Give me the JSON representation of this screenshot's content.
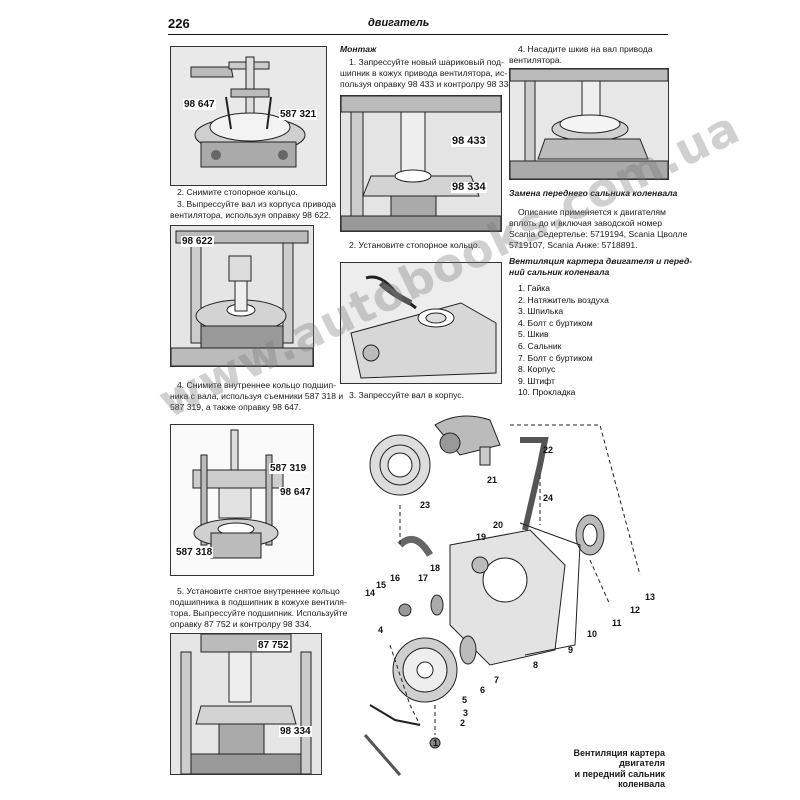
{
  "header": {
    "page_number": "226",
    "section_title": "двигатель"
  },
  "col1": {
    "fig1_labels": [
      "98 647",
      "587 321"
    ],
    "step2": "2. Снимите стопорное кольцо.",
    "step3_l1": "3. Выпрессуйте вал из корпуса привода",
    "step3_l2": "вентилятора, используя оправку 98 622.",
    "fig2_labels": [
      "98 622"
    ],
    "step4_l1": "4. Снимите внутреннее кольцо подшип-",
    "step4_l2": "ника с вала, используя съемники 587 318 и",
    "step4_l3": "587 319, а также оправку 98 647.",
    "fig3_labels": [
      "587 319",
      "98 647",
      "587 318"
    ],
    "step5_l1": "5. Установите снятое внутреннее кольцо",
    "step5_l2": "подшипника в подшипник в кожухе вентиля-",
    "step5_l3": "тора. Выпрессуйте подшипник. Используйте",
    "step5_l4": "оправку 87 752 и контролру 98 334.",
    "fig4_labels": [
      "87 752",
      "98 334"
    ]
  },
  "col2": {
    "heading": "Монтаж",
    "step1_l1": "1. Запрессуйте новый шариковый под-",
    "step1_l2": "шипник в кожух привода вентилятора, ис-",
    "step1_l3": "пользуя оправку 98 433 и контролру 98 334.",
    "fig5_labels": [
      "98 433",
      "98 334"
    ],
    "step2": "2. Установите стопорное кольцо.",
    "step3": "3. Запрессуйте вал в корпус."
  },
  "col3": {
    "step4_l1": "4. Насадите шкив на вал привода",
    "step4_l2": "вентилятора.",
    "heading1": "Замена переднего сальника коленвала",
    "desc_l1": "Описание применяется к двигателям",
    "desc_l2": "вплоть до и включая заводской номер",
    "desc_l3": "Scania Седертелье: 5719194, Scania Цволле",
    "desc_l4": "5719107, Scania Анже: 5718891.",
    "heading2_l1": "Вентиляция картера двигателя и перед-",
    "heading2_l2": "ний сальник коленвала",
    "legend": [
      "1. Гайка",
      "2. Натяжитель воздуха",
      "3. Шпилька",
      "4. Болт с буртиком",
      "5. Шкив",
      "6. Сальник",
      "7. Болт с буртиком",
      "8. Корпус",
      "9. Штифт",
      "10. Прокладка"
    ]
  },
  "diagram": {
    "callouts": [
      "1",
      "2",
      "3",
      "4",
      "5",
      "6",
      "7",
      "8",
      "9",
      "10",
      "11",
      "12",
      "13",
      "14",
      "15",
      "16",
      "17",
      "18",
      "19",
      "20",
      "21",
      "22",
      "23",
      "24"
    ],
    "caption_l1": "Вентиляция картера двигателя",
    "caption_l2": "и передний сальник коленвала"
  },
  "watermark": "www.autobooks.com.ua"
}
